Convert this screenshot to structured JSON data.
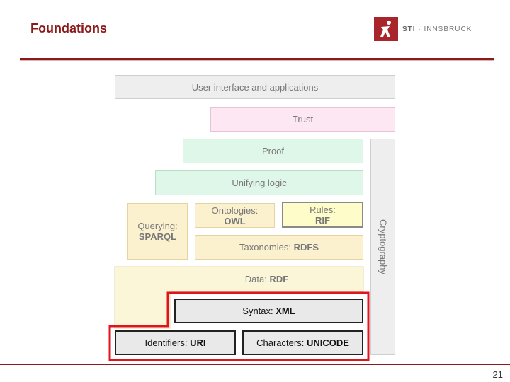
{
  "header": {
    "title": "Foundations",
    "logo_text_strong": "STI",
    "logo_text": " · INNSBRUCK"
  },
  "footer": {
    "page_number": "21"
  },
  "stack": {
    "ui_apps": "User interface and applications",
    "trust": "Trust",
    "proof": "Proof",
    "unifying_logic": "Unifying logic",
    "querying_label": "Querying:",
    "querying_value": "SPARQL",
    "ontologies_label": "Ontologies:",
    "ontologies_value": "OWL",
    "rules_label": "Rules:",
    "rules_value": "RIF",
    "taxonomies_label": "Taxonomies:",
    "taxonomies_value": "RDFS",
    "data_label": "Data:",
    "data_value": "RDF",
    "syntax_label": "Syntax:",
    "syntax_value": "XML",
    "identifiers_label": "Identifiers:",
    "identifiers_value": "URI",
    "characters_label": "Characters:",
    "characters_value": "UNICODE",
    "cryptography": "Cryptography"
  },
  "colors": {
    "brand_red": "#8b1a1a",
    "highlight_red": "#e0141e"
  }
}
